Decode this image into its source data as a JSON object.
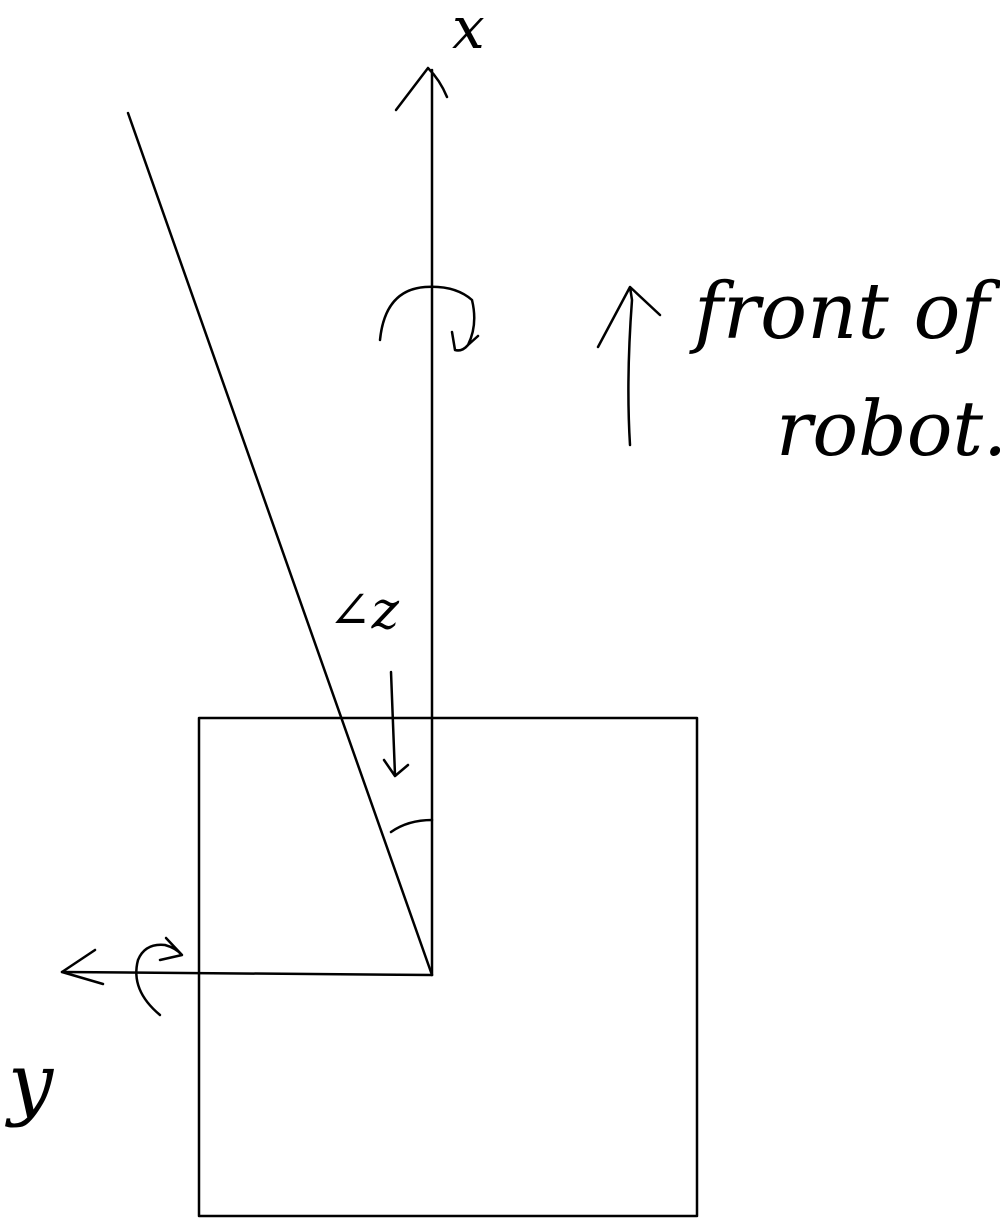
{
  "diagram": {
    "axis_x_label": "x",
    "axis_y_label": "y",
    "angle_label": "∠z",
    "direction_note": {
      "line1": "front of",
      "line2": "robot."
    },
    "colors": {
      "ink": "#000000",
      "background": "#ffffff"
    }
  }
}
